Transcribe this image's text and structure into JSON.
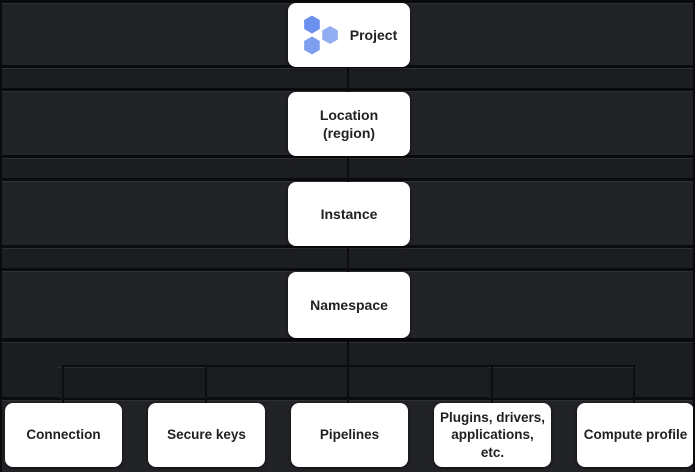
{
  "hierarchy": {
    "levels": [
      {
        "label": "Project",
        "icon": "project-hexagons-icon"
      },
      {
        "lines": [
          "Location",
          "(region)"
        ]
      },
      {
        "label": "Instance"
      },
      {
        "label": "Namespace"
      }
    ],
    "namespace_children": [
      {
        "label": "Connection"
      },
      {
        "label": "Secure keys"
      },
      {
        "label": "Pipelines"
      },
      {
        "lines": [
          "Plugins, drivers,",
          "applications, etc."
        ]
      },
      {
        "label": "Compute profile"
      }
    ]
  },
  "colors": {
    "card_background": "#ffffff",
    "card_text": "#202124",
    "level_band": "#222327",
    "band_gap": "#1c1d21",
    "separator_line": "#0a0b0d",
    "connector_line": "#0c0d10",
    "project_icon_blue_top": "#6C90EE",
    "project_icon_blue_right": "#93ADF2",
    "project_icon_blue_bottom": "#7E9FF0"
  }
}
